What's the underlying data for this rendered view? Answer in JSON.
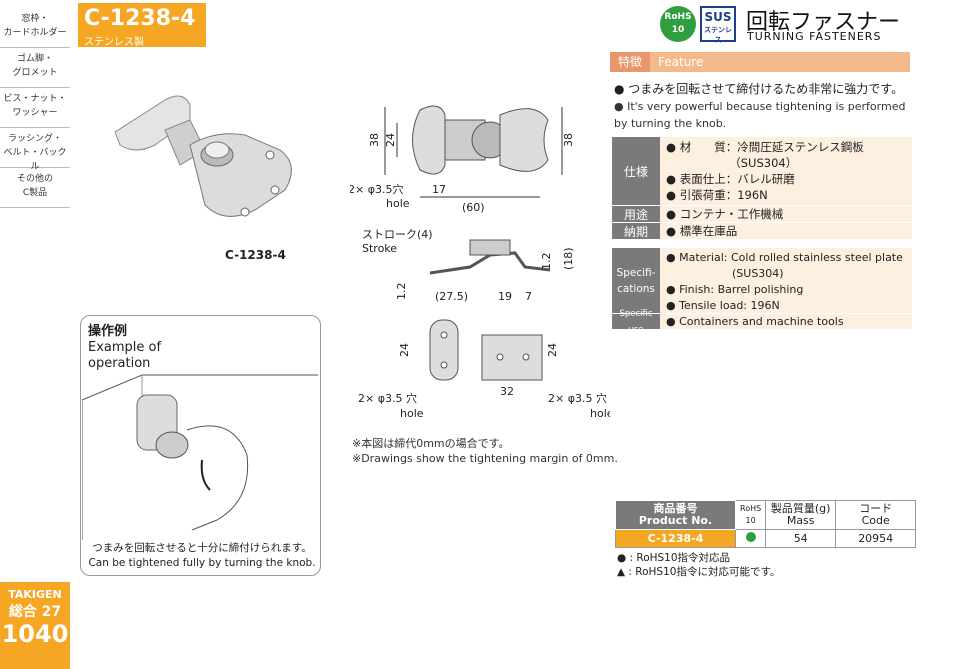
{
  "sidebar": {
    "items": [
      "窓枠・\nカードホルダー",
      "ゴム脚・\nグロメット",
      "ビス・ナット・\nワッシャー",
      "ラッシング・\nベルト・バックル",
      "その他の\nC製品"
    ]
  },
  "corner": {
    "maker": "TAKIGEN",
    "sogo": "総合 27",
    "page": "1040"
  },
  "title": {
    "model": "C-1238-4",
    "material": "ステンレス製"
  },
  "badges": {
    "rohs_line1": "RoHS",
    "rohs_line2": "10",
    "sus": "SUS",
    "sus_sub": "ステンレス"
  },
  "heading": {
    "jp": "回転ファスナー",
    "en": "TURNING FASTENERS"
  },
  "feature": {
    "label_jp": "特徴",
    "label_en": "Feature",
    "jp": "● つまみを回転させて締付けるため非常に強力です。",
    "en": "● It's very powerful because tightening is performed by turning the knob."
  },
  "spec": {
    "jp_label": "仕様",
    "jp_lines": [
      "● 材　　質：冷間圧延ステンレス鋼板",
      "　　　　　　（SUS304）",
      "● 表面仕上：バレル研磨",
      "● 引張荷重：196N"
    ],
    "use_label": "用途",
    "use": "● コンテナ・工作機械",
    "delivery_label": "納期",
    "delivery": "● 標準在庫品",
    "en_label": "Specifi-\ncations",
    "en_lines": [
      "● Material: Cold rolled stainless steel plate",
      "　　　　　　(SUS304)",
      "● Finish: Barrel polishing",
      "● Tensile load: 196N"
    ],
    "en_use_label": "Specific use",
    "en_use": "● Containers and machine tools"
  },
  "product_caption": "C-1238-4",
  "operation": {
    "title_jp": "操作例",
    "title_en1": "Example of",
    "title_en2": "operation",
    "caption_jp": "つまみを回転させると十分に締付けられます。",
    "caption_en": "Can be tightened fully by turning the knob."
  },
  "drawing": {
    "dims": {
      "h38_left": "38",
      "h24_left": "24",
      "h38_right": "38",
      "hole_top": "2× φ3.5穴",
      "hole_top_en": "hole",
      "d17": "17",
      "d60": "(60)",
      "stroke_jp": "ストローク(4)",
      "stroke_en": "Stroke",
      "d12a": "1.2",
      "d18": "(18)",
      "d12b": "1.2",
      "d275": "(27.5)",
      "d19": "19",
      "d7": "7",
      "h24a": "24",
      "h24b": "24",
      "d32": "32",
      "hole_bl": "2× φ3.5 穴",
      "hole_bl_en": "hole",
      "hole_br": "2× φ3.5 穴",
      "hole_br_en": "hole"
    },
    "note1": "※本図は締代0mmの場合です。",
    "note2": "※Drawings show the tightening margin of 0mm."
  },
  "table": {
    "headers": {
      "pn_jp": "商品番号",
      "pn_en": "Product No.",
      "rohs": "RoHS 10",
      "mass_jp": "製品質量(g)",
      "mass_en": "Mass",
      "code_jp": "コード",
      "code_en": "Code"
    },
    "rows": [
      {
        "pn": "C-1238-4",
        "mass": "54",
        "code": "20954"
      }
    ]
  },
  "legend": {
    "l1": "● : RoHS10指令対応品",
    "l2": "▲ : RoHS10指令に対応可能です。"
  },
  "colors": {
    "accent": "#f5a623",
    "rohs_green": "#2e9e3e",
    "spec_gray": "#7a7a7a",
    "spec_bg": "#fdf0e0"
  }
}
